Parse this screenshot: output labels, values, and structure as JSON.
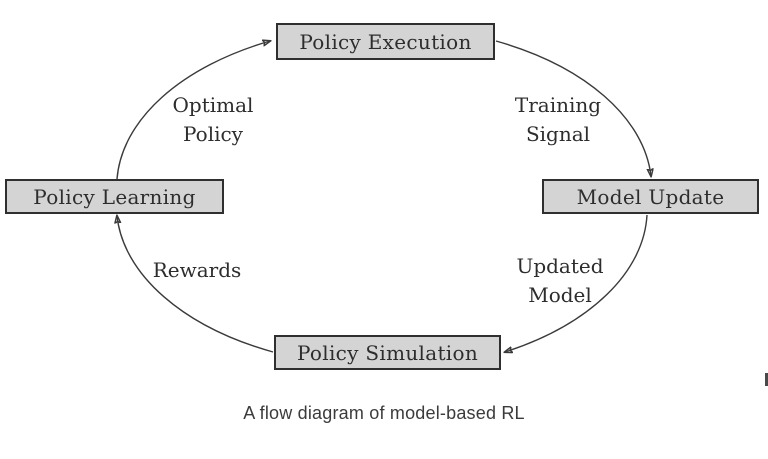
{
  "diagram": {
    "type": "cycle-flow-diagram",
    "nodes": [
      {
        "id": "policy-execution",
        "label": "Policy Execution"
      },
      {
        "id": "model-update",
        "label": "Model Update"
      },
      {
        "id": "policy-simulation",
        "label": "Policy Simulation"
      },
      {
        "id": "policy-learning",
        "label": "Policy Learning"
      }
    ],
    "edges": [
      {
        "from": "policy-learning",
        "to": "policy-execution",
        "label": "Optimal Policy",
        "lines": [
          "Optimal",
          "Policy"
        ]
      },
      {
        "from": "policy-execution",
        "to": "model-update",
        "label": "Training Signal",
        "lines": [
          "Training",
          "Signal"
        ]
      },
      {
        "from": "model-update",
        "to": "policy-simulation",
        "label": "Updated Model",
        "lines": [
          "Updated",
          "Model"
        ]
      },
      {
        "from": "policy-simulation",
        "to": "policy-learning",
        "label": "Rewards",
        "lines": [
          "Rewards"
        ]
      }
    ],
    "colors": {
      "node_fill": "#d4d4d4",
      "node_border": "#2f2f2f",
      "arrow": "#3a3a3a",
      "text": "#2d2d2d",
      "background": "#ffffff"
    }
  },
  "caption": {
    "text": "A flow diagram of model-based RL"
  }
}
